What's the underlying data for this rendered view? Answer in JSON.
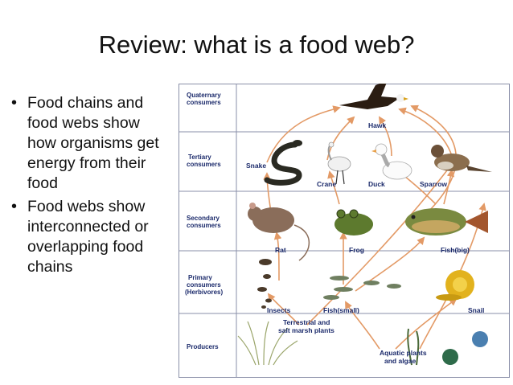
{
  "slide": {
    "title": "Review: what is a food web?",
    "bullets": [
      "Food chains and food webs show how organisms get energy from their food",
      "Food webs show interconnected or overlapping food chains"
    ]
  },
  "diagram": {
    "levels": {
      "quaternary": [
        "Quaternary",
        "consumers"
      ],
      "tertiary": [
        "Tertiary",
        "consumers"
      ],
      "secondary": [
        "Secondary",
        "consumers"
      ],
      "primary": [
        "Primary",
        "consumers",
        "(Herbivores)"
      ],
      "producers": [
        "Producers"
      ]
    },
    "species": {
      "hawk": "Hawk",
      "snake": "Snake",
      "crane": "Crane",
      "duck": "Duck",
      "sparrow": "Sparrow",
      "rat": "Rat",
      "frog": "Frog",
      "fish_big": "Fish(big)",
      "insects": "Insects",
      "fish_small": "Fish(small)",
      "snail": "Snail",
      "terrestrial": [
        "Terrestrial and",
        "salt marsh plants"
      ],
      "aquatic": [
        "Aquatic plants",
        "and algae"
      ]
    },
    "colors": {
      "arrow": "#e39a66",
      "label": "#1b2a6b",
      "grid": "#8a8fa8"
    }
  }
}
